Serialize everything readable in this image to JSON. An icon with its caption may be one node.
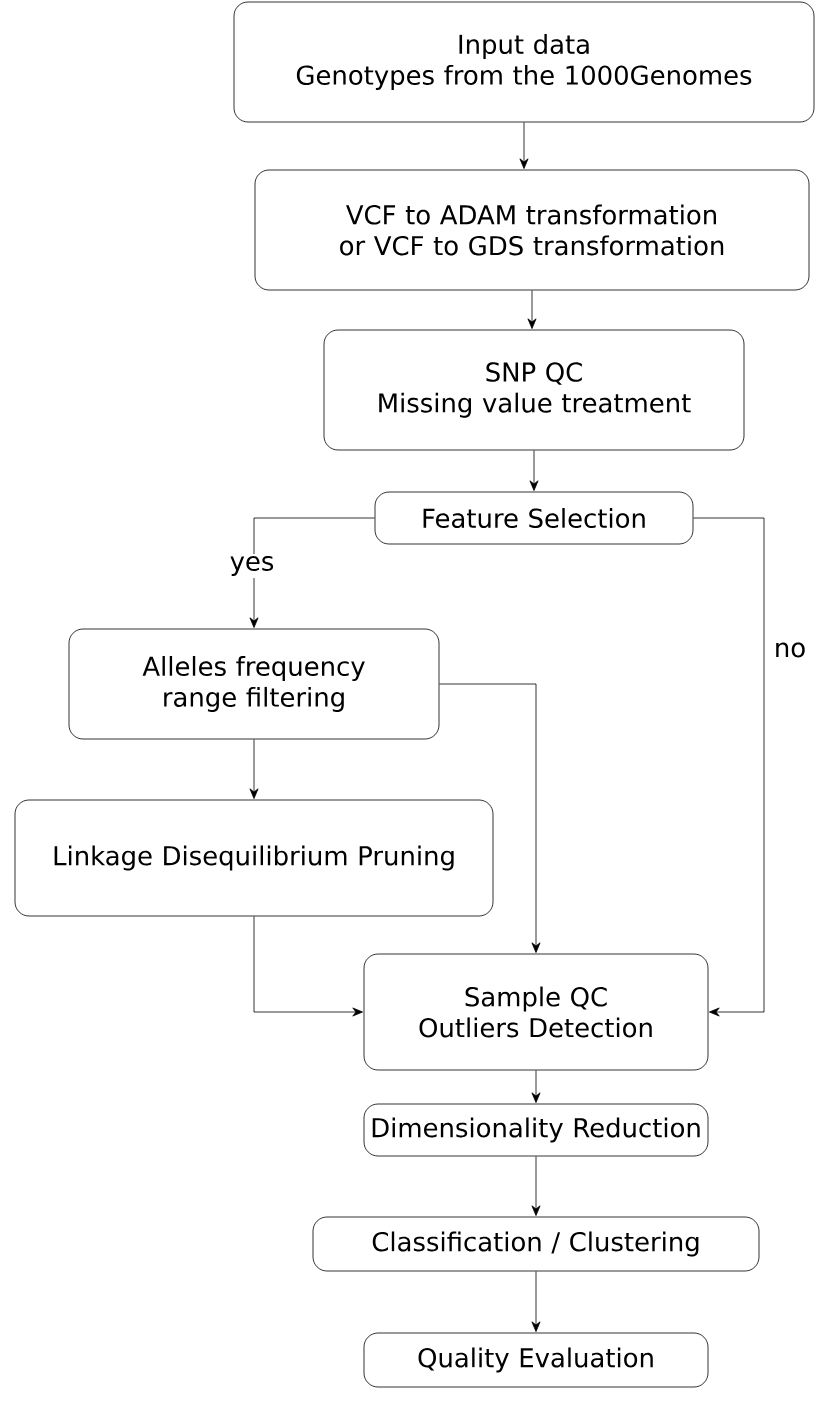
{
  "diagram": {
    "nodes": [
      {
        "text": [
          "Input data",
          "Genotypes from the 1000Genomes"
        ]
      },
      {
        "text": [
          "VCF to ADAM transformation or VCF to GDS transformation"
        ]
      },
      {
        "text": [
          "SNP QC",
          "Missing value treatment"
        ]
      },
      {
        "text": [
          "Feature Selection"
        ]
      },
      {
        "text": [
          "Alleles frequency range filtering"
        ]
      },
      {
        "text": [
          "Linkage Disequilibrium Pruning"
        ]
      },
      {
        "text": [
          "Sample QC",
          "Outliers Detection"
        ]
      },
      {
        "text": [
          "Dimensionality Reduction"
        ]
      },
      {
        "text": [
          "Classification / Clustering"
        ]
      },
      {
        "text": [
          "Quality Evaluation"
        ]
      }
    ],
    "edges": [
      {
        "from": 0,
        "to": 1,
        "arrow": "to"
      },
      {
        "from": 1,
        "to": 2,
        "arrow": "to"
      },
      {
        "from": 2,
        "to": 3,
        "arrow": "to"
      },
      {
        "from": 3,
        "to": 4,
        "arrow": "to",
        "label": "yes"
      },
      {
        "from": 3,
        "to": 6,
        "arrow": "to",
        "label": "no"
      },
      {
        "from": 4,
        "to": 5,
        "arrow": "to"
      },
      {
        "from": 4,
        "to": 6,
        "arrow": "to"
      },
      {
        "from": 5,
        "to": 6,
        "arrow": "to"
      },
      {
        "from": 6,
        "to": 7,
        "arrow": "to"
      },
      {
        "from": 7,
        "to": 8,
        "arrow": "to"
      },
      {
        "from": 8,
        "to": 9,
        "arrow": "to"
      }
    ]
  }
}
